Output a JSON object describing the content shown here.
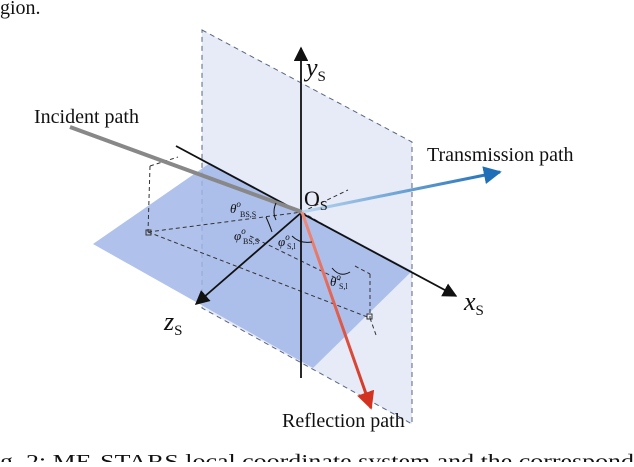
{
  "top_text": "gion.",
  "bottom_text": "g. 2: ME-STARS local coordinate system and the correspond",
  "labels": {
    "incident": "Incident path",
    "transmission": "Transmission path",
    "reflection": "Reflection path",
    "origin_main": "O",
    "origin_sub": "S"
  },
  "axes": {
    "y": {
      "main": "y",
      "sub": "S"
    },
    "x": {
      "main": "x",
      "sub": "S"
    },
    "z": {
      "main": "z",
      "sub": "S"
    }
  },
  "angles": {
    "theta_bs": {
      "main": "θ",
      "sup": "o",
      "sub": "BS,S"
    },
    "phi_bs": {
      "main": "φ",
      "sup": "o",
      "sub": "BS,S"
    },
    "phi_s": {
      "main": "φ",
      "sup": "o",
      "sub": "S,l"
    },
    "theta_s": {
      "main": "θ",
      "sup": "o",
      "sub": "S,l"
    }
  },
  "colors": {
    "plane_fill": "#9fb5e8",
    "plane_vertical": "#d9e0f2",
    "incident": "#888888",
    "transmission_start": "#bcd7f0",
    "transmission_end": "#1f6fb8",
    "reflection_start": "#ef8d7c",
    "reflection_end": "#d2321f"
  }
}
